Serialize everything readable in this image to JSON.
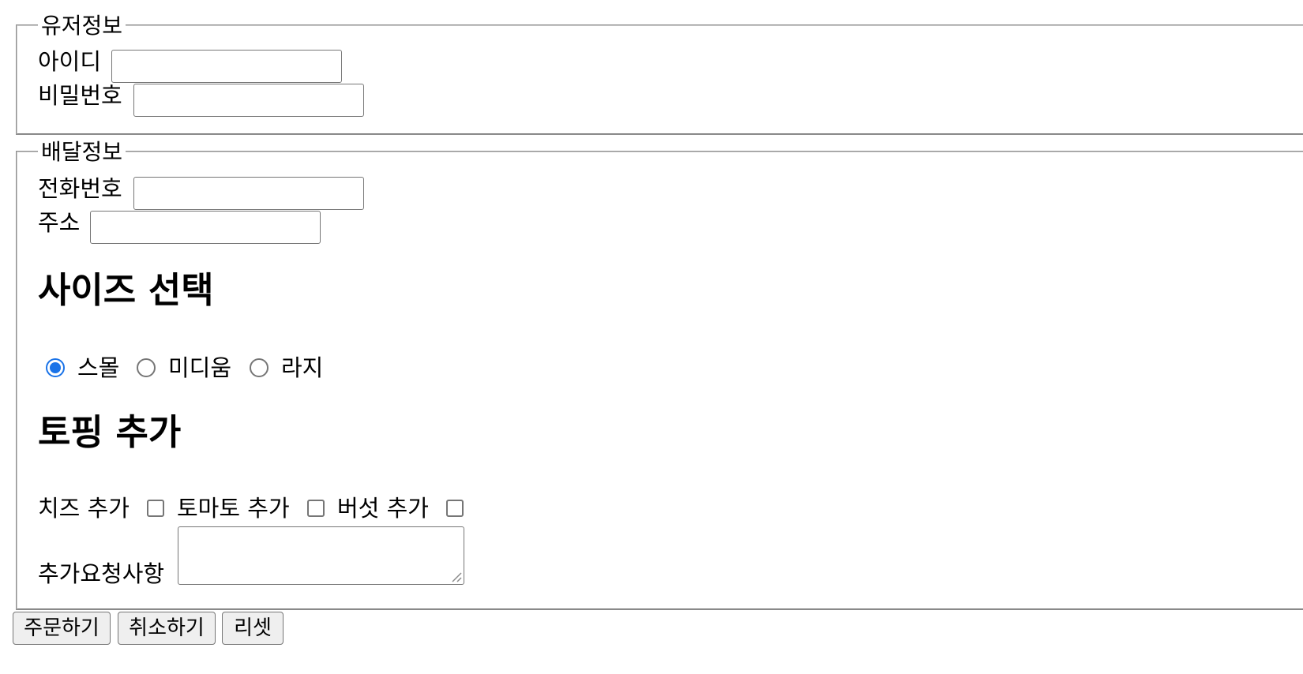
{
  "user_info": {
    "legend": "유저정보",
    "id_label": "아이디",
    "id_value": "",
    "password_label": "비밀번호",
    "password_value": ""
  },
  "delivery_info": {
    "legend": "배달정보",
    "phone_label": "전화번호",
    "phone_value": "",
    "address_label": "주소",
    "address_value": "",
    "size_heading": "사이즈 선택",
    "size_options": [
      {
        "label": "스몰",
        "checked": true
      },
      {
        "label": "미디움",
        "checked": false
      },
      {
        "label": "라지",
        "checked": false
      }
    ],
    "topping_heading": "토핑 추가",
    "topping_options": [
      {
        "label": "치즈 추가",
        "checked": false
      },
      {
        "label": "토마토 추가",
        "checked": false
      },
      {
        "label": "버섯 추가",
        "checked": false
      }
    ],
    "request_label": "추가요청사항",
    "request_value": ""
  },
  "buttons": {
    "order": "주문하기",
    "cancel": "취소하기",
    "reset": "리셋"
  },
  "colors": {
    "accent": "#1a73e8",
    "border": "#767676",
    "button_bg": "#efefef"
  }
}
